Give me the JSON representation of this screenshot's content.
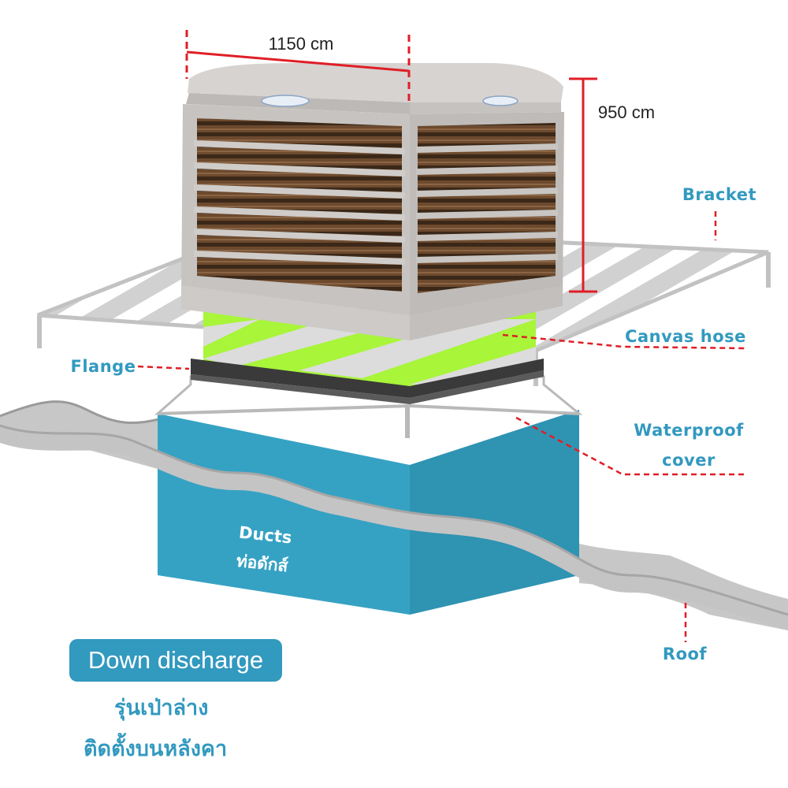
{
  "dimensions": {
    "width": "1150 cm",
    "height": "950 cm"
  },
  "labels": {
    "bracket": "Bracket",
    "canvas_hose": "Canvas hose",
    "flange": "Flange",
    "waterproof_line1": "Waterproof",
    "waterproof_line2": "cover",
    "roof": "Roof",
    "ducts_en": "Ducts",
    "ducts_th": "ท่อดักส์"
  },
  "caption": {
    "badge": "Down discharge",
    "thai_line1": "รุ่นเป่าล่าง",
    "thai_line2": "ติดตั้งบนหลังคา"
  },
  "colors": {
    "accent": "#3299bf",
    "dimension_line": "#e01e26",
    "canvas_hose": "#a8f53a",
    "unit_body": "#c9c6c4",
    "bracket": "#cfcfcf",
    "roof": "#bdbdbd"
  },
  "icons": [
    "air-cooler-unit"
  ]
}
